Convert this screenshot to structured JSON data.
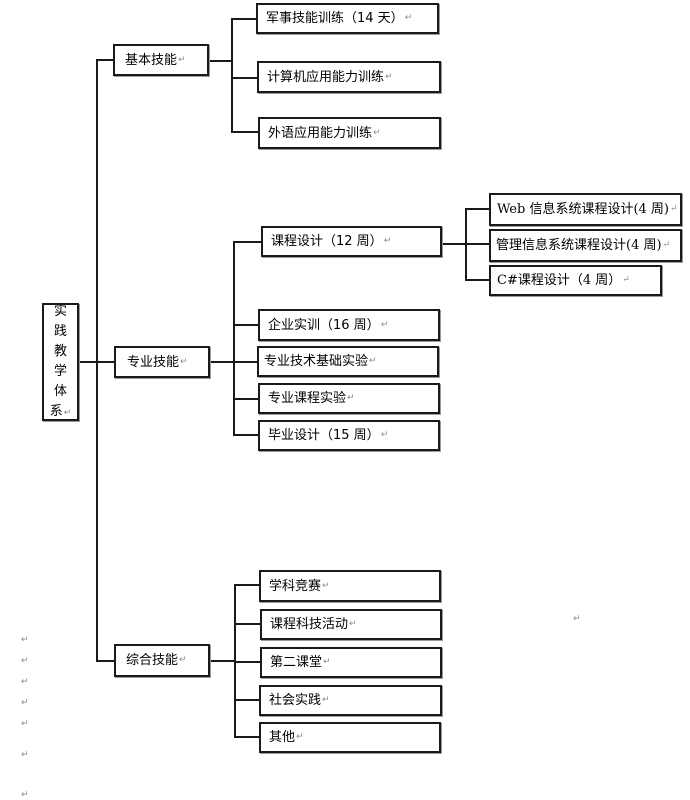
{
  "diagram": {
    "root": {
      "label_chars": [
        "实",
        "践",
        "教",
        "学",
        "体",
        "系"
      ]
    },
    "paragraph_mark": "↵",
    "categories": [
      {
        "label": "基本技能",
        "children": [
          {
            "label": "军事技能训练（14 天）"
          },
          {
            "label": "计算机应用能力训练"
          },
          {
            "label": "外语应用能力训练"
          }
        ]
      },
      {
        "label": "专业技能",
        "children": [
          {
            "label": "课程设计（12 周）",
            "children": [
              {
                "label": "Web 信息系统课程设计(4 周)"
              },
              {
                "label": "管理信息系统课程设计(4 周)"
              },
              {
                "label": "C#课程设计（4 周）"
              }
            ]
          },
          {
            "label": "企业实训（16 周）"
          },
          {
            "label": "专业技术基础实验"
          },
          {
            "label": "专业课程实验"
          },
          {
            "label": "毕业设计（15 周）"
          }
        ]
      },
      {
        "label": "综合技能",
        "children": [
          {
            "label": "学科竞赛"
          },
          {
            "label": "课程科技活动"
          },
          {
            "label": "第二课堂"
          },
          {
            "label": "社会实践"
          },
          {
            "label": "其他"
          }
        ]
      }
    ]
  }
}
